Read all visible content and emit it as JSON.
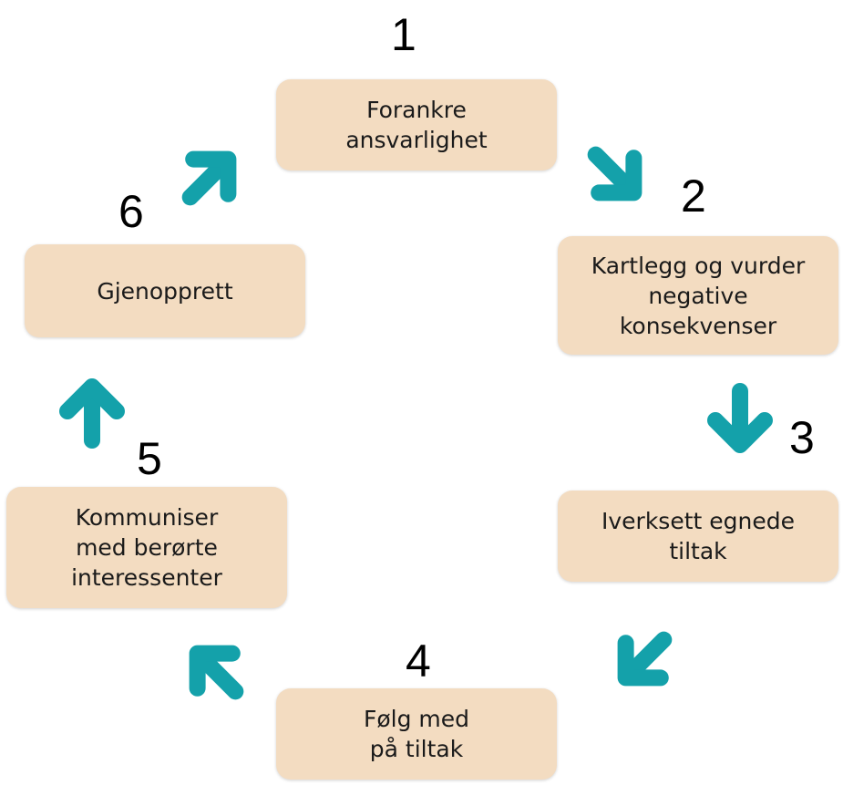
{
  "accent_color": "#14a1aa",
  "box_color": "#f3dcc1",
  "steps": [
    {
      "number": "1",
      "label": "Forankre\nansvarlighet"
    },
    {
      "number": "2",
      "label": "Kartlegg og vurder\nnegative\nkonsekvenser"
    },
    {
      "number": "3",
      "label": "Iverksett egnede\ntiltak"
    },
    {
      "number": "4",
      "label": "Følg med\npå tiltak"
    },
    {
      "number": "5",
      "label": "Kommuniser\nmed berørte\ninteressenter"
    },
    {
      "number": "6",
      "label": "Gjenopprett"
    }
  ],
  "arrows": [
    {
      "icon": "arrow-down-right-icon",
      "direction": "down-right"
    },
    {
      "icon": "arrow-down-icon",
      "direction": "down"
    },
    {
      "icon": "arrow-down-left-icon",
      "direction": "down-left"
    },
    {
      "icon": "arrow-up-left-icon",
      "direction": "up-left"
    },
    {
      "icon": "arrow-up-icon",
      "direction": "up"
    },
    {
      "icon": "arrow-up-right-icon",
      "direction": "up-right"
    }
  ]
}
